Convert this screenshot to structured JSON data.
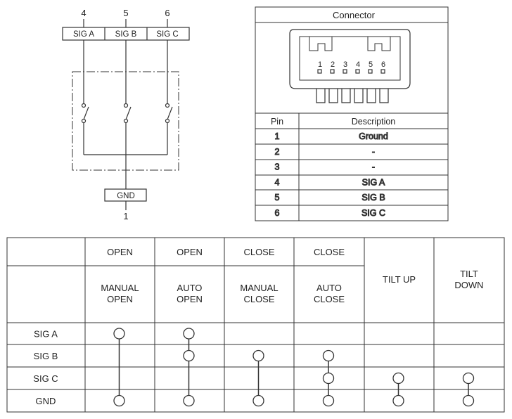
{
  "schematic": {
    "pin_numbers": [
      "4",
      "5",
      "6"
    ],
    "signals": [
      "SIG A",
      "SIG B",
      "SIG C"
    ],
    "ground_label": "GND",
    "ground_pin": "1"
  },
  "connector": {
    "title": "Connector",
    "pin_labels": [
      "1",
      "2",
      "3",
      "4",
      "5",
      "6"
    ],
    "table_headers": [
      "Pin",
      "Description"
    ],
    "rows": [
      {
        "pin": "1",
        "description": "Ground"
      },
      {
        "pin": "2",
        "description": "-"
      },
      {
        "pin": "3",
        "description": "-"
      },
      {
        "pin": "4",
        "description": "SIG A"
      },
      {
        "pin": "5",
        "description": "SIG B"
      },
      {
        "pin": "6",
        "description": "SIG C"
      }
    ]
  },
  "switch_table": {
    "columns": [
      {
        "top": "OPEN",
        "bottom": [
          "MANUAL",
          "OPEN"
        ]
      },
      {
        "top": "OPEN",
        "bottom": [
          "AUTO",
          "OPEN"
        ]
      },
      {
        "top": "CLOSE",
        "bottom": [
          "MANUAL",
          "CLOSE"
        ]
      },
      {
        "top": "CLOSE",
        "bottom": [
          "AUTO",
          "CLOSE"
        ]
      },
      {
        "top": "",
        "bottom": [
          "TILT UP"
        ]
      },
      {
        "top": "",
        "bottom": [
          "TILT",
          "DOWN"
        ]
      }
    ],
    "row_labels": [
      "SIG A",
      "SIG B",
      "SIG C",
      "GND"
    ],
    "connections": [
      [
        true,
        false,
        false,
        true
      ],
      [
        true,
        true,
        false,
        true
      ],
      [
        false,
        true,
        false,
        true
      ],
      [
        false,
        true,
        true,
        true
      ],
      [
        false,
        false,
        true,
        true
      ],
      [
        false,
        false,
        true,
        true
      ]
    ]
  }
}
